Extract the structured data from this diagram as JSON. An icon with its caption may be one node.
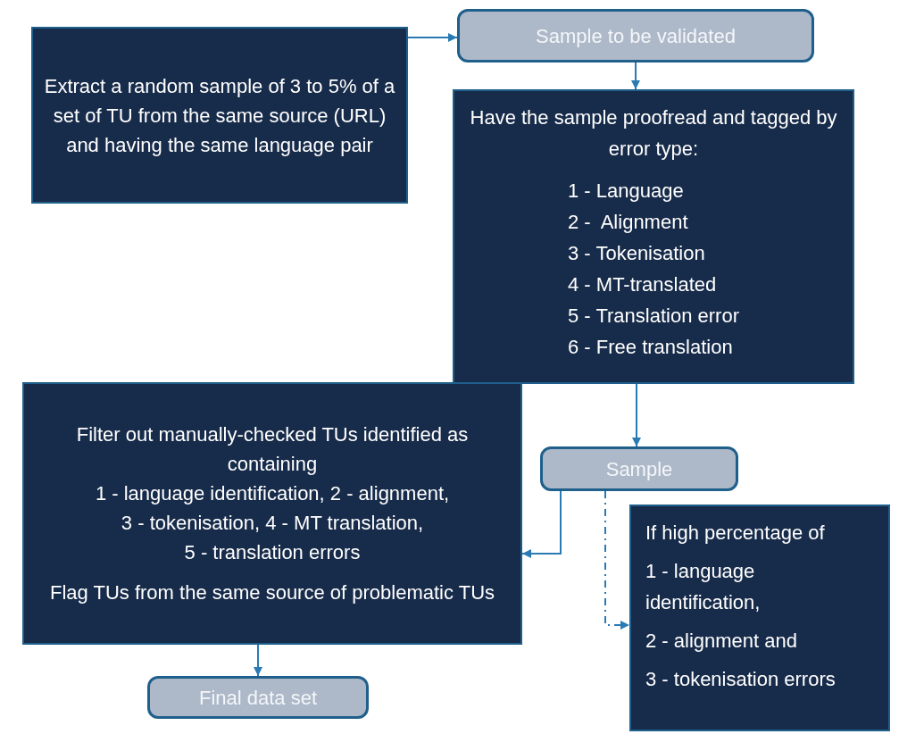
{
  "diagram": {
    "nodes": [
      {
        "text": [
          "Extract a random sample of 3 to 5% of a set of TU from the same source (URL) and having the same language pair"
        ]
      },
      {
        "text": [
          "Sample to be validated"
        ]
      },
      {
        "text": [
          "Have the sample proofread and tagged by error type:",
          "1 - Language",
          "2 -  Alignment",
          "3 - Tokenisation",
          "4 - MT-translated",
          "5 - Translation error",
          "6 - Free translation"
        ]
      },
      {
        "text": [
          "Filter out manually-checked TUs identified as containing",
          "1 - language identification, 2 - alignment,",
          "3 - tokenisation, 4 - MT translation,",
          "5 - translation errors",
          "Flag TUs from the same source of problematic TUs"
        ]
      },
      {
        "text": [
          "Sample"
        ]
      },
      {
        "text": [
          "If high percentage of",
          "1 - language identification,",
          "2 - alignment and",
          "3 - tokenisation errors"
        ]
      },
      {
        "text": [
          "Final data set"
        ]
      }
    ],
    "edges": [
      {
        "from": 0,
        "to": 1,
        "arrow": "to"
      },
      {
        "from": 1,
        "to": 2,
        "arrow": "to"
      },
      {
        "from": 2,
        "to": 4,
        "arrow": "to"
      },
      {
        "from": 4,
        "to": 3,
        "arrow": "to"
      },
      {
        "from": 4,
        "to": 5,
        "arrow": "to",
        "style": "dashed"
      },
      {
        "from": 3,
        "to": 6,
        "arrow": "to"
      }
    ]
  }
}
